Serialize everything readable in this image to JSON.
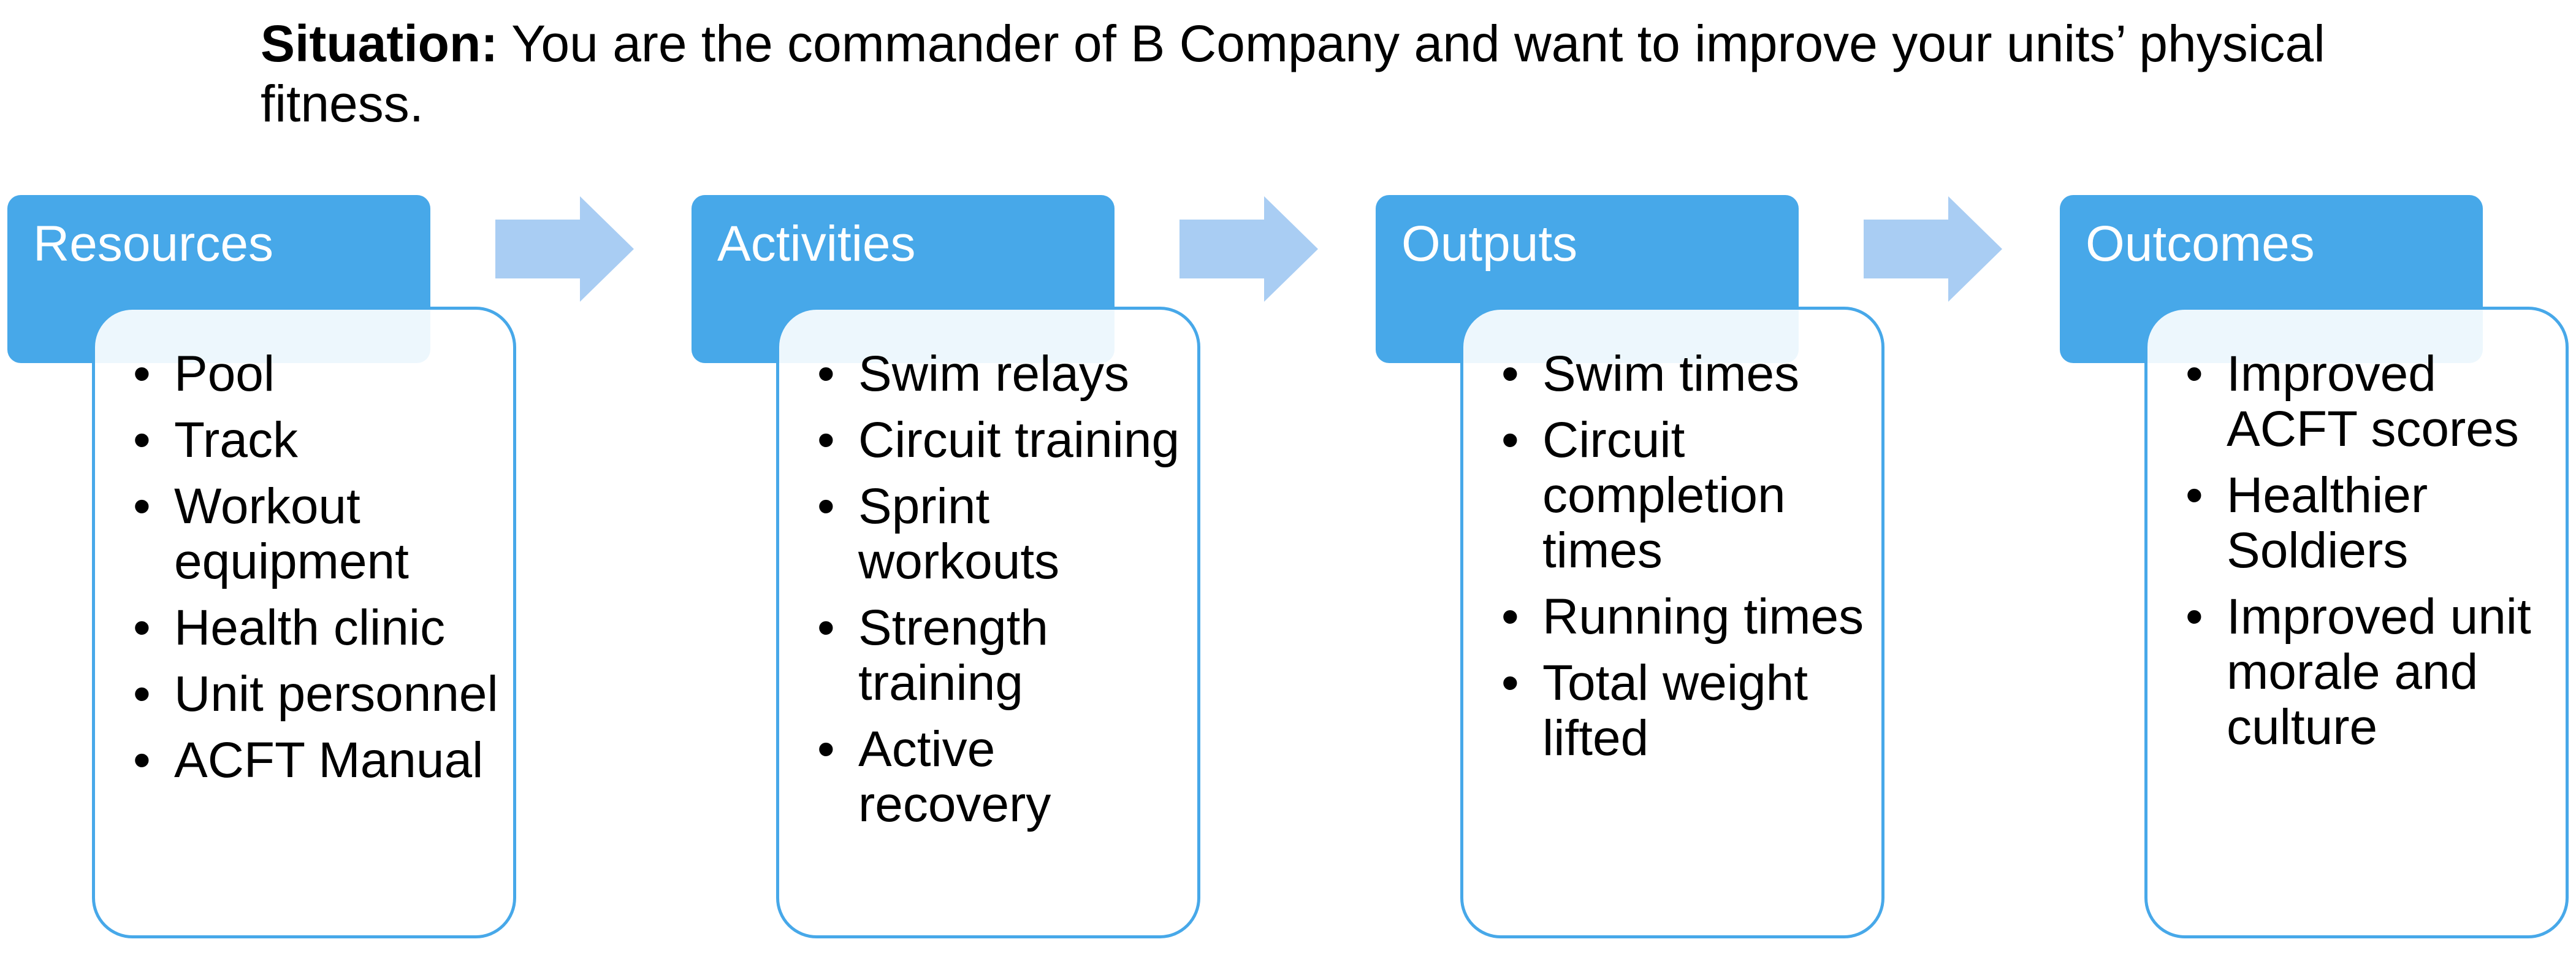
{
  "situation": {
    "label": "Situation:",
    "text": " You are the commander of B Company and want to improve your units’ physical fitness."
  },
  "columns": [
    {
      "title": "Resources",
      "items": [
        "Pool",
        "Track",
        "Workout equipment",
        "Health clinic",
        "Unit personnel",
        "ACFT Manual"
      ]
    },
    {
      "title": "Activities",
      "items": [
        "Swim relays",
        "Circuit training",
        "Sprint workouts",
        "Strength training",
        "Active recovery"
      ]
    },
    {
      "title": "Outputs",
      "items": [
        "Swim times",
        "Circuit completion times",
        "Running times",
        "Total weight lifted"
      ]
    },
    {
      "title": "Outcomes",
      "items": [
        "Improved ACFT scores",
        "Healthier Soldiers",
        "Improved unit morale and culture"
      ]
    }
  ],
  "colors": {
    "header_fill": "#47a8e9",
    "box_border": "#47a8e9",
    "arrow_fill": "#a9cdf3"
  }
}
